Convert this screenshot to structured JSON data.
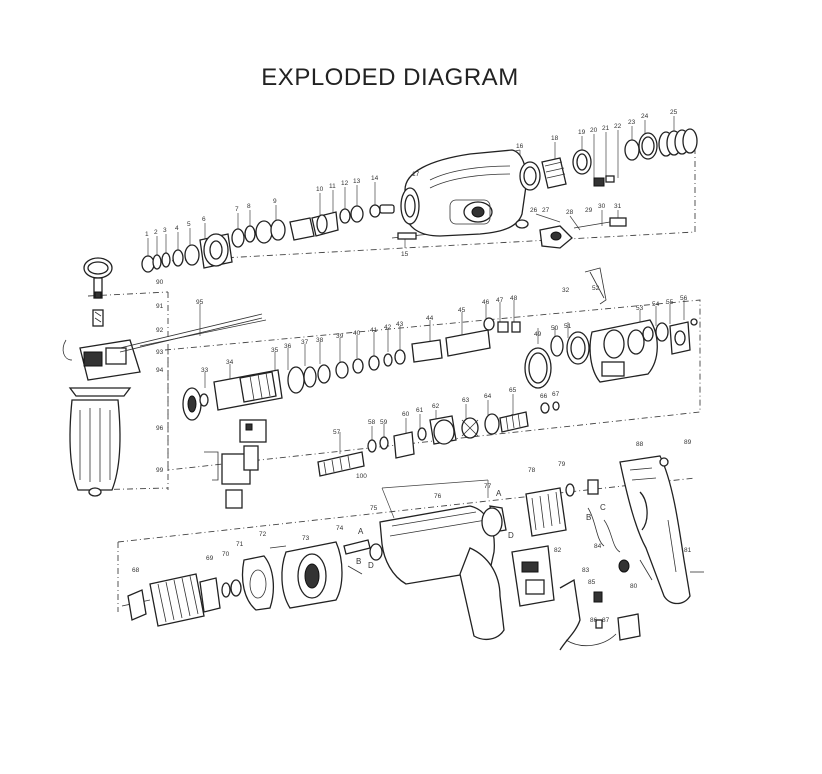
{
  "title": "EXPLODED DIAGRAM",
  "colors": {
    "ink": "#222222",
    "paper": "#ffffff"
  },
  "letter_markers": [
    "A",
    "B",
    "C",
    "D"
  ],
  "callouts": [
    "1",
    "2",
    "3",
    "4",
    "5",
    "6",
    "7",
    "8",
    "9",
    "10",
    "11",
    "12",
    "13",
    "14",
    "15",
    "16",
    "17",
    "18",
    "19",
    "20",
    "21",
    "22",
    "23",
    "24",
    "25",
    "26",
    "27",
    "28",
    "29",
    "30",
    "31",
    "32",
    "33",
    "34",
    "35",
    "36",
    "37",
    "38",
    "39",
    "40",
    "41",
    "42",
    "43",
    "44",
    "45",
    "46",
    "47",
    "48",
    "49",
    "50",
    "51",
    "52",
    "53",
    "54",
    "55",
    "56",
    "57",
    "58",
    "59",
    "60",
    "61",
    "62",
    "63",
    "64",
    "65",
    "66",
    "67",
    "68",
    "69",
    "70",
    "71",
    "72",
    "73",
    "74",
    "75",
    "76",
    "77",
    "78",
    "79",
    "80",
    "81",
    "82",
    "83",
    "84",
    "85",
    "86",
    "87",
    "88",
    "89",
    "90",
    "91",
    "92",
    "93",
    "94",
    "95",
    "96",
    "99",
    "100"
  ]
}
